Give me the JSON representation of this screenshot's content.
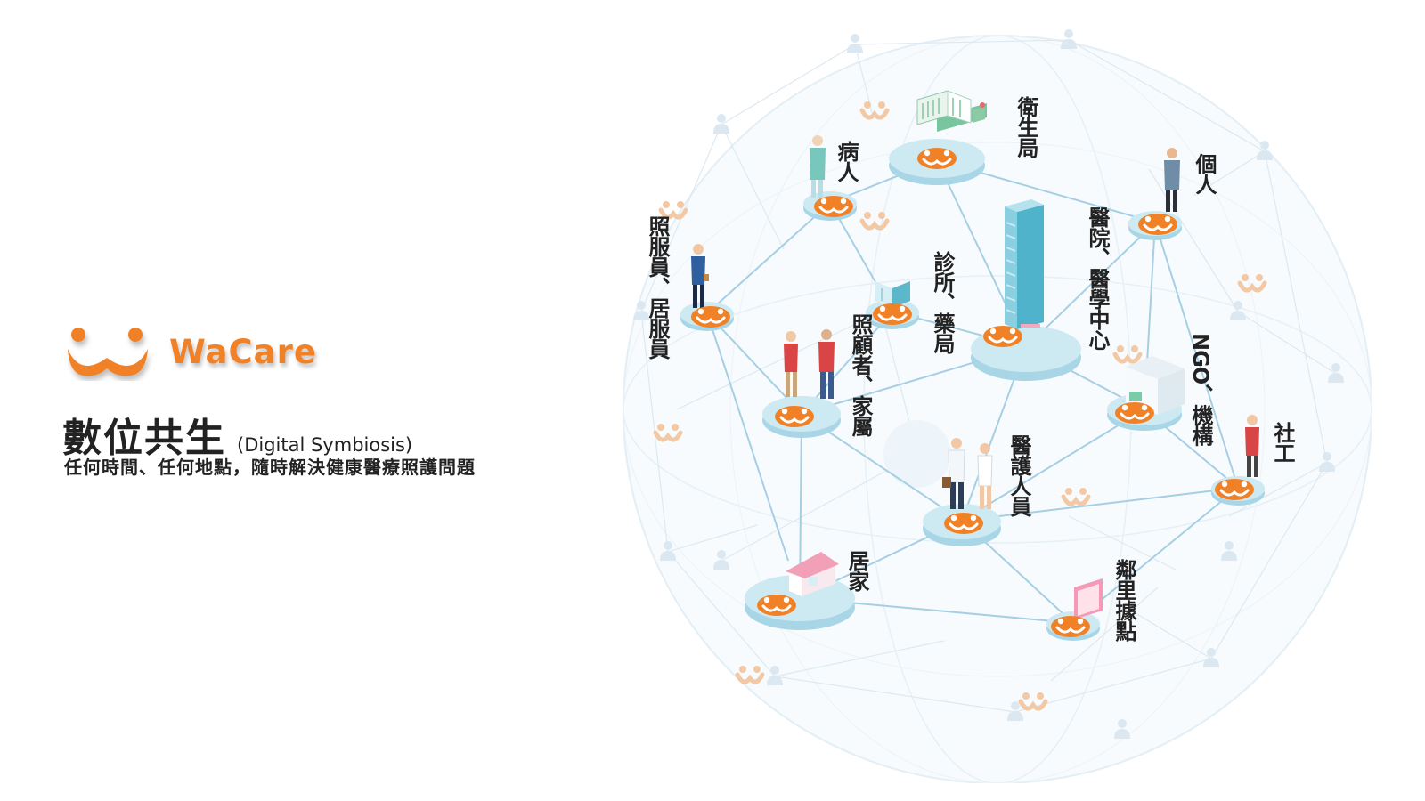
{
  "brand": {
    "name": "WaCare",
    "accent_color": "#f08127",
    "logo_icon": "wacare-smile-logo-icon"
  },
  "headline": {
    "title": "數位共生",
    "title_en": "(Digital Symbiosis)",
    "tagline": "任何時間、任何地點，隨時解決健康醫療照護問題"
  },
  "network": {
    "colors": {
      "platform": "#cde9f2",
      "platform_edge": "#a9d6e6",
      "line": "#a6cfe4",
      "faint": "#d4e4ef"
    },
    "nodes": {
      "health_bureau": "衛生局",
      "patient": "病人",
      "individual": "個人",
      "care_attendant": "照服員、居服員",
      "clinic_pharmacy": "診所、藥局",
      "hospital": "醫院、醫學中心",
      "caregiver_family": "照顧者、家屬",
      "ngo": "NGO、機構",
      "social_worker": "社工",
      "medical_staff": "醫護人員",
      "home": "居家",
      "community_hub": "鄰里據點"
    }
  }
}
